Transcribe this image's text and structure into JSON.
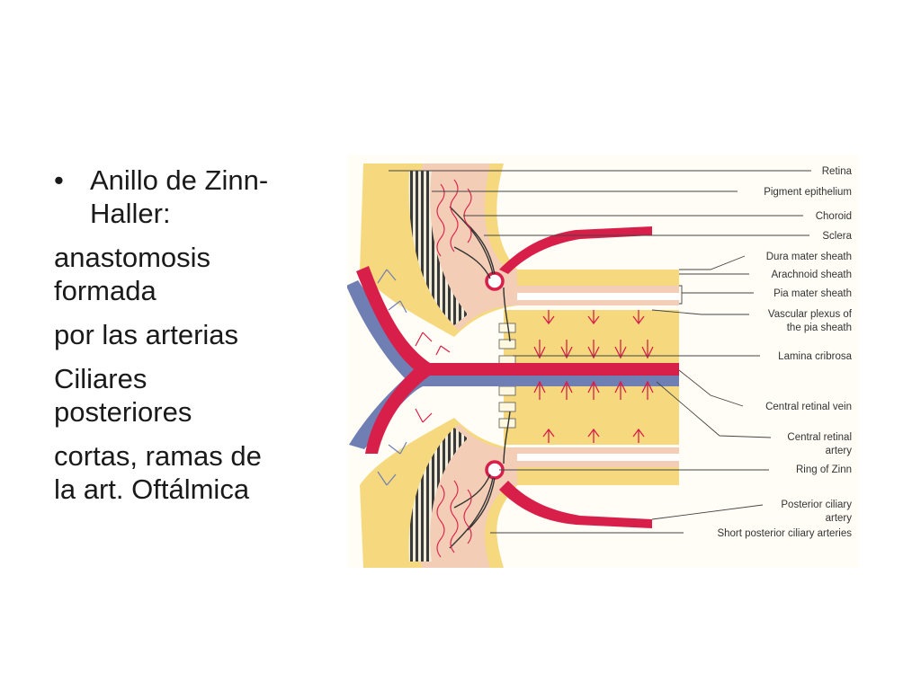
{
  "slide": {
    "bullet": {
      "symbol": "•",
      "lines": [
        "Anillo de Zinn-",
        "Haller:"
      ]
    },
    "paragraphs": [
      [
        "anastomosis",
        "formada"
      ],
      [
        "por las arterias"
      ],
      [
        "Ciliares",
        "posteriores"
      ],
      [
        "cortas, ramas de",
        "la art. Oftálmica"
      ]
    ]
  },
  "diagram": {
    "colors": {
      "yellow": "#f6d97e",
      "yellow_light": "#f9e6a6",
      "peach": "#f3cdb6",
      "artery": "#d81f4a",
      "vein": "#6f7fb3",
      "dark": "#333333"
    },
    "labels": {
      "retina": "Retina",
      "pigment": "Pigment epithelium",
      "choroid": "Choroid",
      "sclera": "Sclera",
      "dura": "Dura mater sheath",
      "arachnoid": "Arachnoid sheath",
      "pia": "Pia mater sheath",
      "vascular1": "Vascular plexus of",
      "vascular2": "the pia sheath",
      "lamina": "Lamina cribrosa",
      "vein": "Central retinal vein",
      "artery1": "Central retinal",
      "artery2": "artery",
      "ring": "Ring of Zinn",
      "ciliary1": "Posterior ciliary",
      "ciliary2": "artery",
      "short": "Short posterior ciliary arteries"
    }
  }
}
